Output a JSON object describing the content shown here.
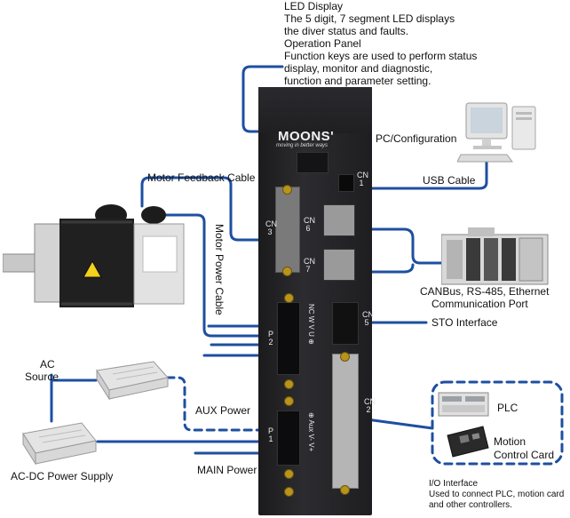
{
  "labels": {
    "led_display_title": "LED Display",
    "led_display_desc1": "The 5 digit, 7 segment LED displays",
    "led_display_desc2": "the diver status and faults.",
    "operation_panel_title": "Operation Panel",
    "operation_panel_desc1": "Function keys are used to perform status",
    "operation_panel_desc2": "display, monitor and diagnostic,",
    "operation_panel_desc3": "function and parameter setting.",
    "pc_configuration": "PC/Configuration",
    "usb_cable": "USB Cable",
    "motor_feedback_cable": "Motor Feedback Cable",
    "motor_power_cable": "Motor Power Cable",
    "canbus_line1": "CANBus, RS-485, Ethernet",
    "canbus_line2": "Communication Port",
    "sto_interface": "STO Interface",
    "ac_source_line1": "AC",
    "ac_source_line2": "Source",
    "aux_power": "AUX Power",
    "main_power": "MAIN Power",
    "ac_dc_power_supply": "AC-DC Power Supply",
    "plc": "PLC",
    "motion_control_line1": "Motion",
    "motion_control_line2": "Control Card",
    "io_interface_title": "I/O Interface",
    "io_interface_desc1": "Used to connect PLC, motion card",
    "io_interface_desc2": "and other controllers."
  },
  "drive": {
    "brand": "MOONS'",
    "tagline": "moving in better ways",
    "cn1": "CN 1",
    "cn2": "CN 2",
    "cn3": "CN 3",
    "cn5": "CN 5",
    "cn6": "CN 6",
    "cn7": "CN 7",
    "terminal_top": "NC W V U ⊕",
    "terminal_bottom": "⊕ Aux V- V+",
    "p2": "P 2",
    "p1": "P 1"
  },
  "colors": {
    "wire": "#1e4fa0",
    "dashed_wire": "#1e4fa0",
    "drive_body": "#222226",
    "terminal_accent": "#c9a01c"
  }
}
